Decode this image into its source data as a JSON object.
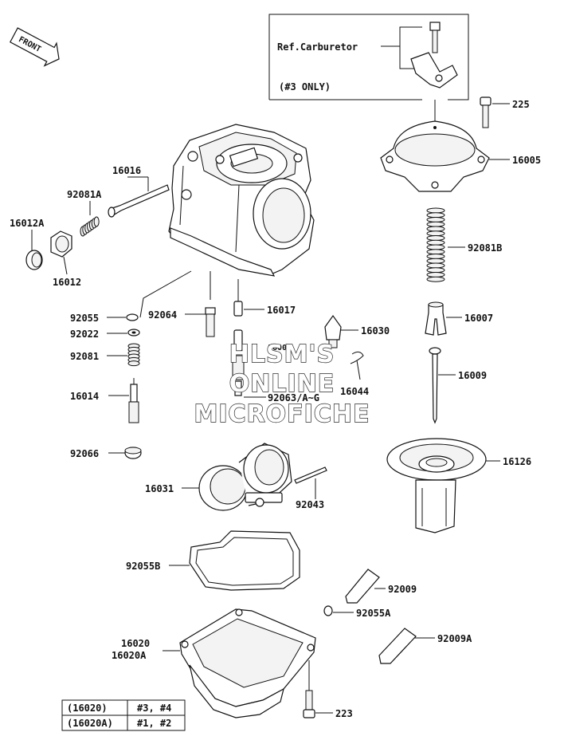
{
  "front_badge": "FRONT",
  "ref_box": {
    "title": "Ref.Carburetor",
    "note": "(#3 ONLY)"
  },
  "parts": {
    "p225": "225",
    "p16005": "16005",
    "p16016": "16016",
    "p92081A": "92081A",
    "p16012A": "16012A",
    "p16012": "16012",
    "p92081B": "92081B",
    "p92055": "92055",
    "p92064": "92064",
    "p16017": "16017",
    "p16007": "16007",
    "p92022": "92022",
    "p16030": "16030",
    "p92081": "92081",
    "p16009": "16009",
    "p16044": "16044",
    "p92063": "92063/A~G",
    "p16014": "16014",
    "p92066": "92066",
    "p16126": "16126",
    "p16031": "16031",
    "p92043": "92043",
    "p92055B": "92055B",
    "p92009": "92009",
    "p92055A": "92055A",
    "p16020": "16020",
    "p16020A": "16020A",
    "p92009A": "92009A",
    "p223": "223",
    "p16001": "16001"
  },
  "watermark": {
    "line1": "HLSM'S",
    "line2": "ONLINE",
    "line3": "MICROFICHE"
  },
  "table": {
    "rows": [
      {
        "part": "(16020)",
        "cyl": "#3, #4"
      },
      {
        "part": "(16020A)",
        "cyl": "#1, #2"
      }
    ]
  }
}
